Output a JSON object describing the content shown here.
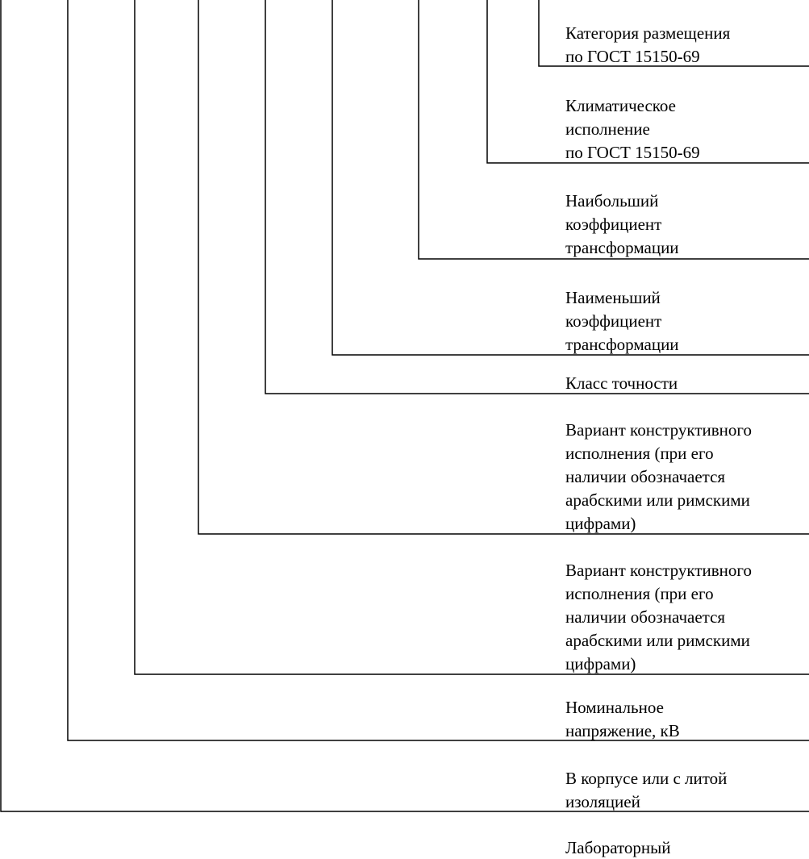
{
  "diagram": {
    "line_color": "#000000",
    "labels": [
      "Категория размещения\nпо ГОСТ 15150-69",
      "Климатическое\nисполнение\nпо ГОСТ 15150-69",
      "Наибольший\nкоэффициент\nтрансформации",
      "Наименьший\nкоэффициент\nтрансформации",
      "Класс точности",
      "Вариант конструктивного\nисполнения (при его\nналичии обозначается\nарабскими или римскими\nцифрами)",
      "Вариант конструктивного\nисполнения (при его\nналичии обозначается\nарабскими или римскими\nцифрами)",
      "Номинальное\nнапряжение, кВ",
      "В корпусе или с литой\nизоляцией",
      "Лабораторный"
    ]
  }
}
